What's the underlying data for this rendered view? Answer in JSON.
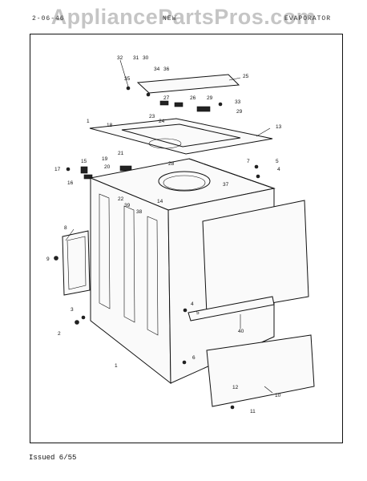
{
  "watermark": "AppliancePartsPros.com",
  "header": {
    "left": "2-06-46",
    "center": "NEW",
    "right": "EVAPORATOR"
  },
  "footer": {
    "issued": "Issued 6/55"
  },
  "callouts": [
    "32",
    "31",
    "30",
    "34",
    "36",
    "35",
    "25",
    "27",
    "26",
    "29",
    "33",
    "29",
    "23",
    "24",
    "18",
    "1",
    "13",
    "28",
    "19",
    "21",
    "20",
    "15",
    "17",
    "16",
    "7",
    "5",
    "4",
    "37",
    "22",
    "39",
    "38",
    "14",
    "8",
    "9",
    "4",
    "5",
    "40",
    "3",
    "2",
    "6",
    "12",
    "10",
    "11",
    "1"
  ]
}
